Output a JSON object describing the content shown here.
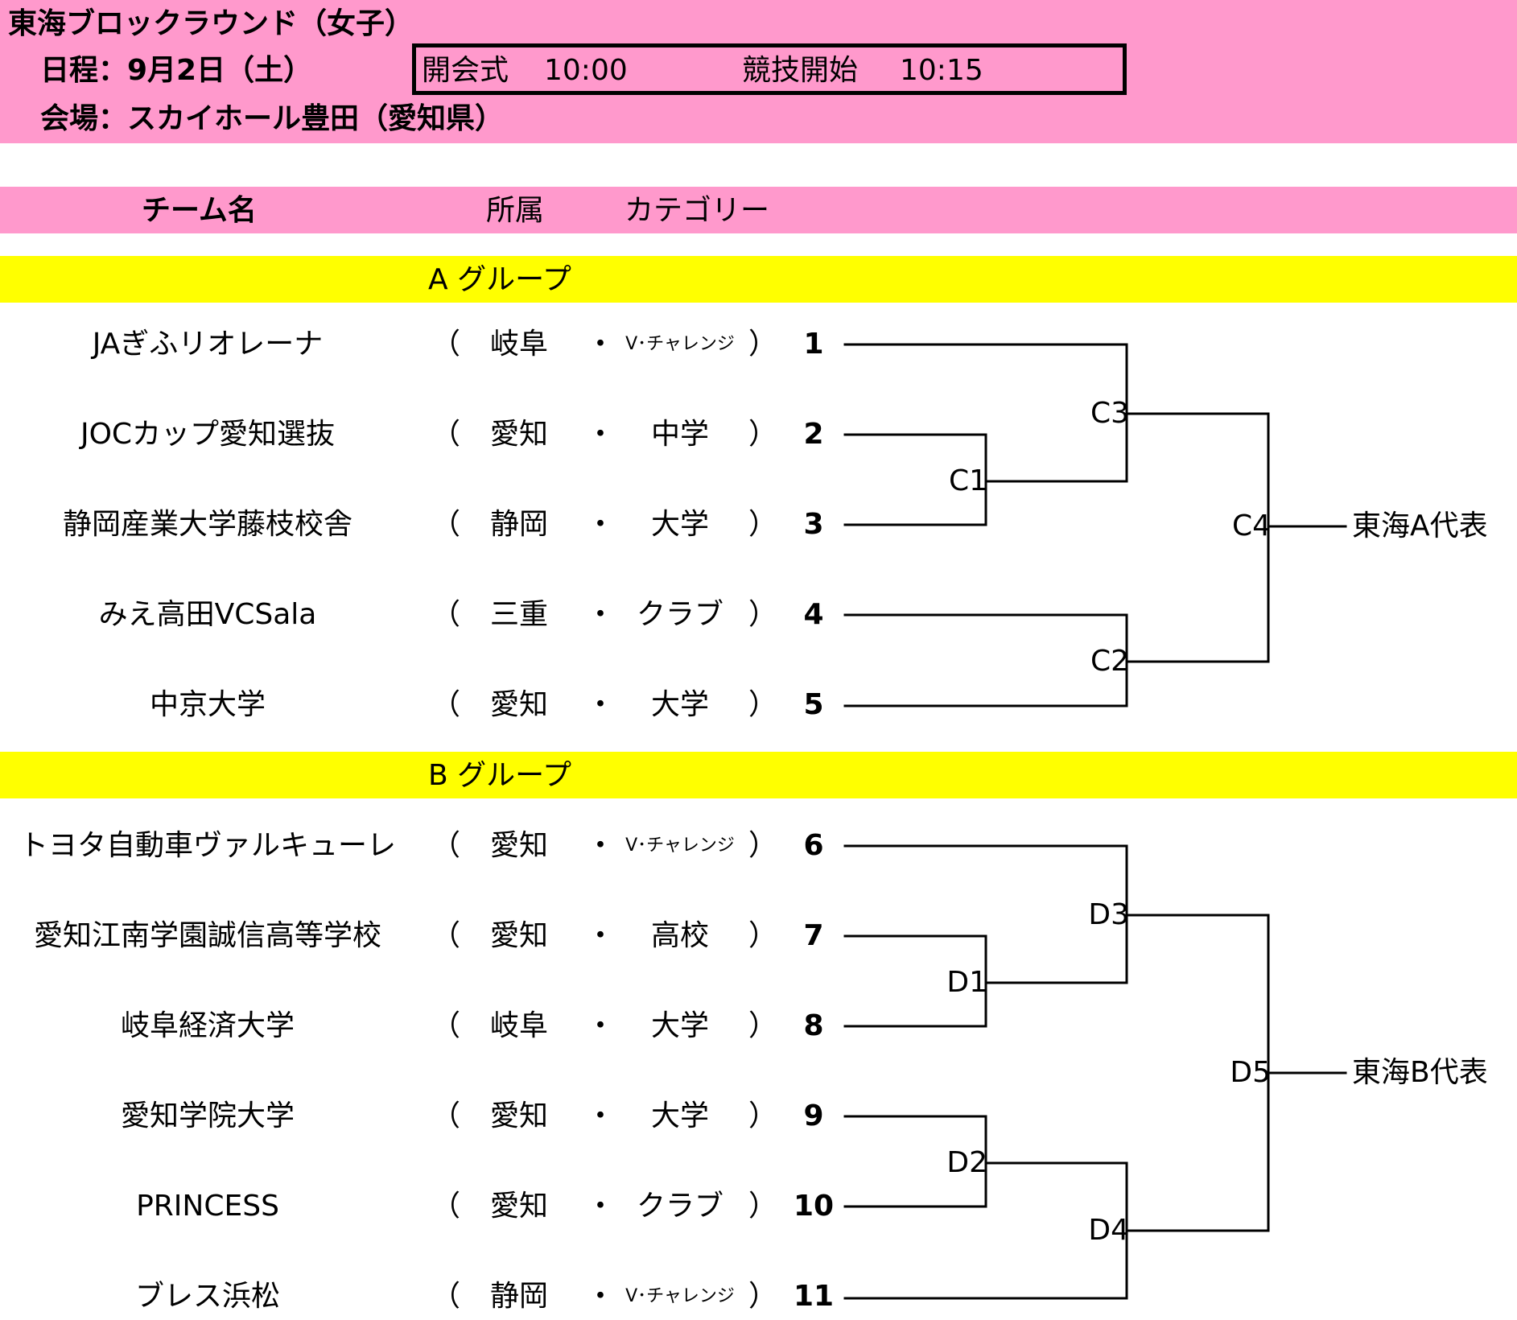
{
  "header": {
    "title": "東海ブロックラウンド（女子）",
    "date_line": "日程：9月2日（土）",
    "venue_line": "会場：スカイホール豊田（愛知県）",
    "opening_label": "開会式",
    "opening_time": "10:00",
    "start_label": "競技開始",
    "start_time": "10:15"
  },
  "columns": {
    "team": "チーム名",
    "affiliation": "所属",
    "category": "カテゴリー"
  },
  "groups": [
    {
      "title": "A グループ",
      "teams": [
        {
          "name": "JAぎふリオレーナ",
          "pref": "岐阜",
          "category": "V･チャレンジ",
          "no": "1"
        },
        {
          "name": "JOCカップ愛知選抜",
          "pref": "愛知",
          "category": "中学",
          "no": "2"
        },
        {
          "name": "静岡産業大学藤枝校舎",
          "pref": "静岡",
          "category": "大学",
          "no": "3"
        },
        {
          "name": "みえ高田VCSala",
          "pref": "三重",
          "category": "クラブ",
          "no": "4"
        },
        {
          "name": "中京大学",
          "pref": "愛知",
          "category": "大学",
          "no": "5"
        }
      ],
      "matches": [
        "C1",
        "C2",
        "C3",
        "C4"
      ],
      "representative": "東海A代表"
    },
    {
      "title": "B グループ",
      "teams": [
        {
          "name": "トヨタ自動車ヴァルキューレ",
          "pref": "愛知",
          "category": "V･チャレンジ",
          "no": "6"
        },
        {
          "name": "愛知江南学園誠信高等学校",
          "pref": "愛知",
          "category": "高校",
          "no": "7"
        },
        {
          "name": "岐阜経済大学",
          "pref": "岐阜",
          "category": "大学",
          "no": "8"
        },
        {
          "name": "愛知学院大学",
          "pref": "愛知",
          "category": "大学",
          "no": "9"
        },
        {
          "name": "PRINCESS",
          "pref": "愛知",
          "category": "クラブ",
          "no": "10"
        },
        {
          "name": "ブレス浜松",
          "pref": "静岡",
          "category": "V･チャレンジ",
          "no": "11"
        }
      ],
      "matches": [
        "D1",
        "D2",
        "D3",
        "D4",
        "D5"
      ],
      "representative": "東海B代表"
    }
  ],
  "punct": {
    "open": "（",
    "dot": "・",
    "close": "）"
  },
  "colors": {
    "header_band": "#ff99cc",
    "group_band": "#ffff00",
    "line": "#000000"
  }
}
